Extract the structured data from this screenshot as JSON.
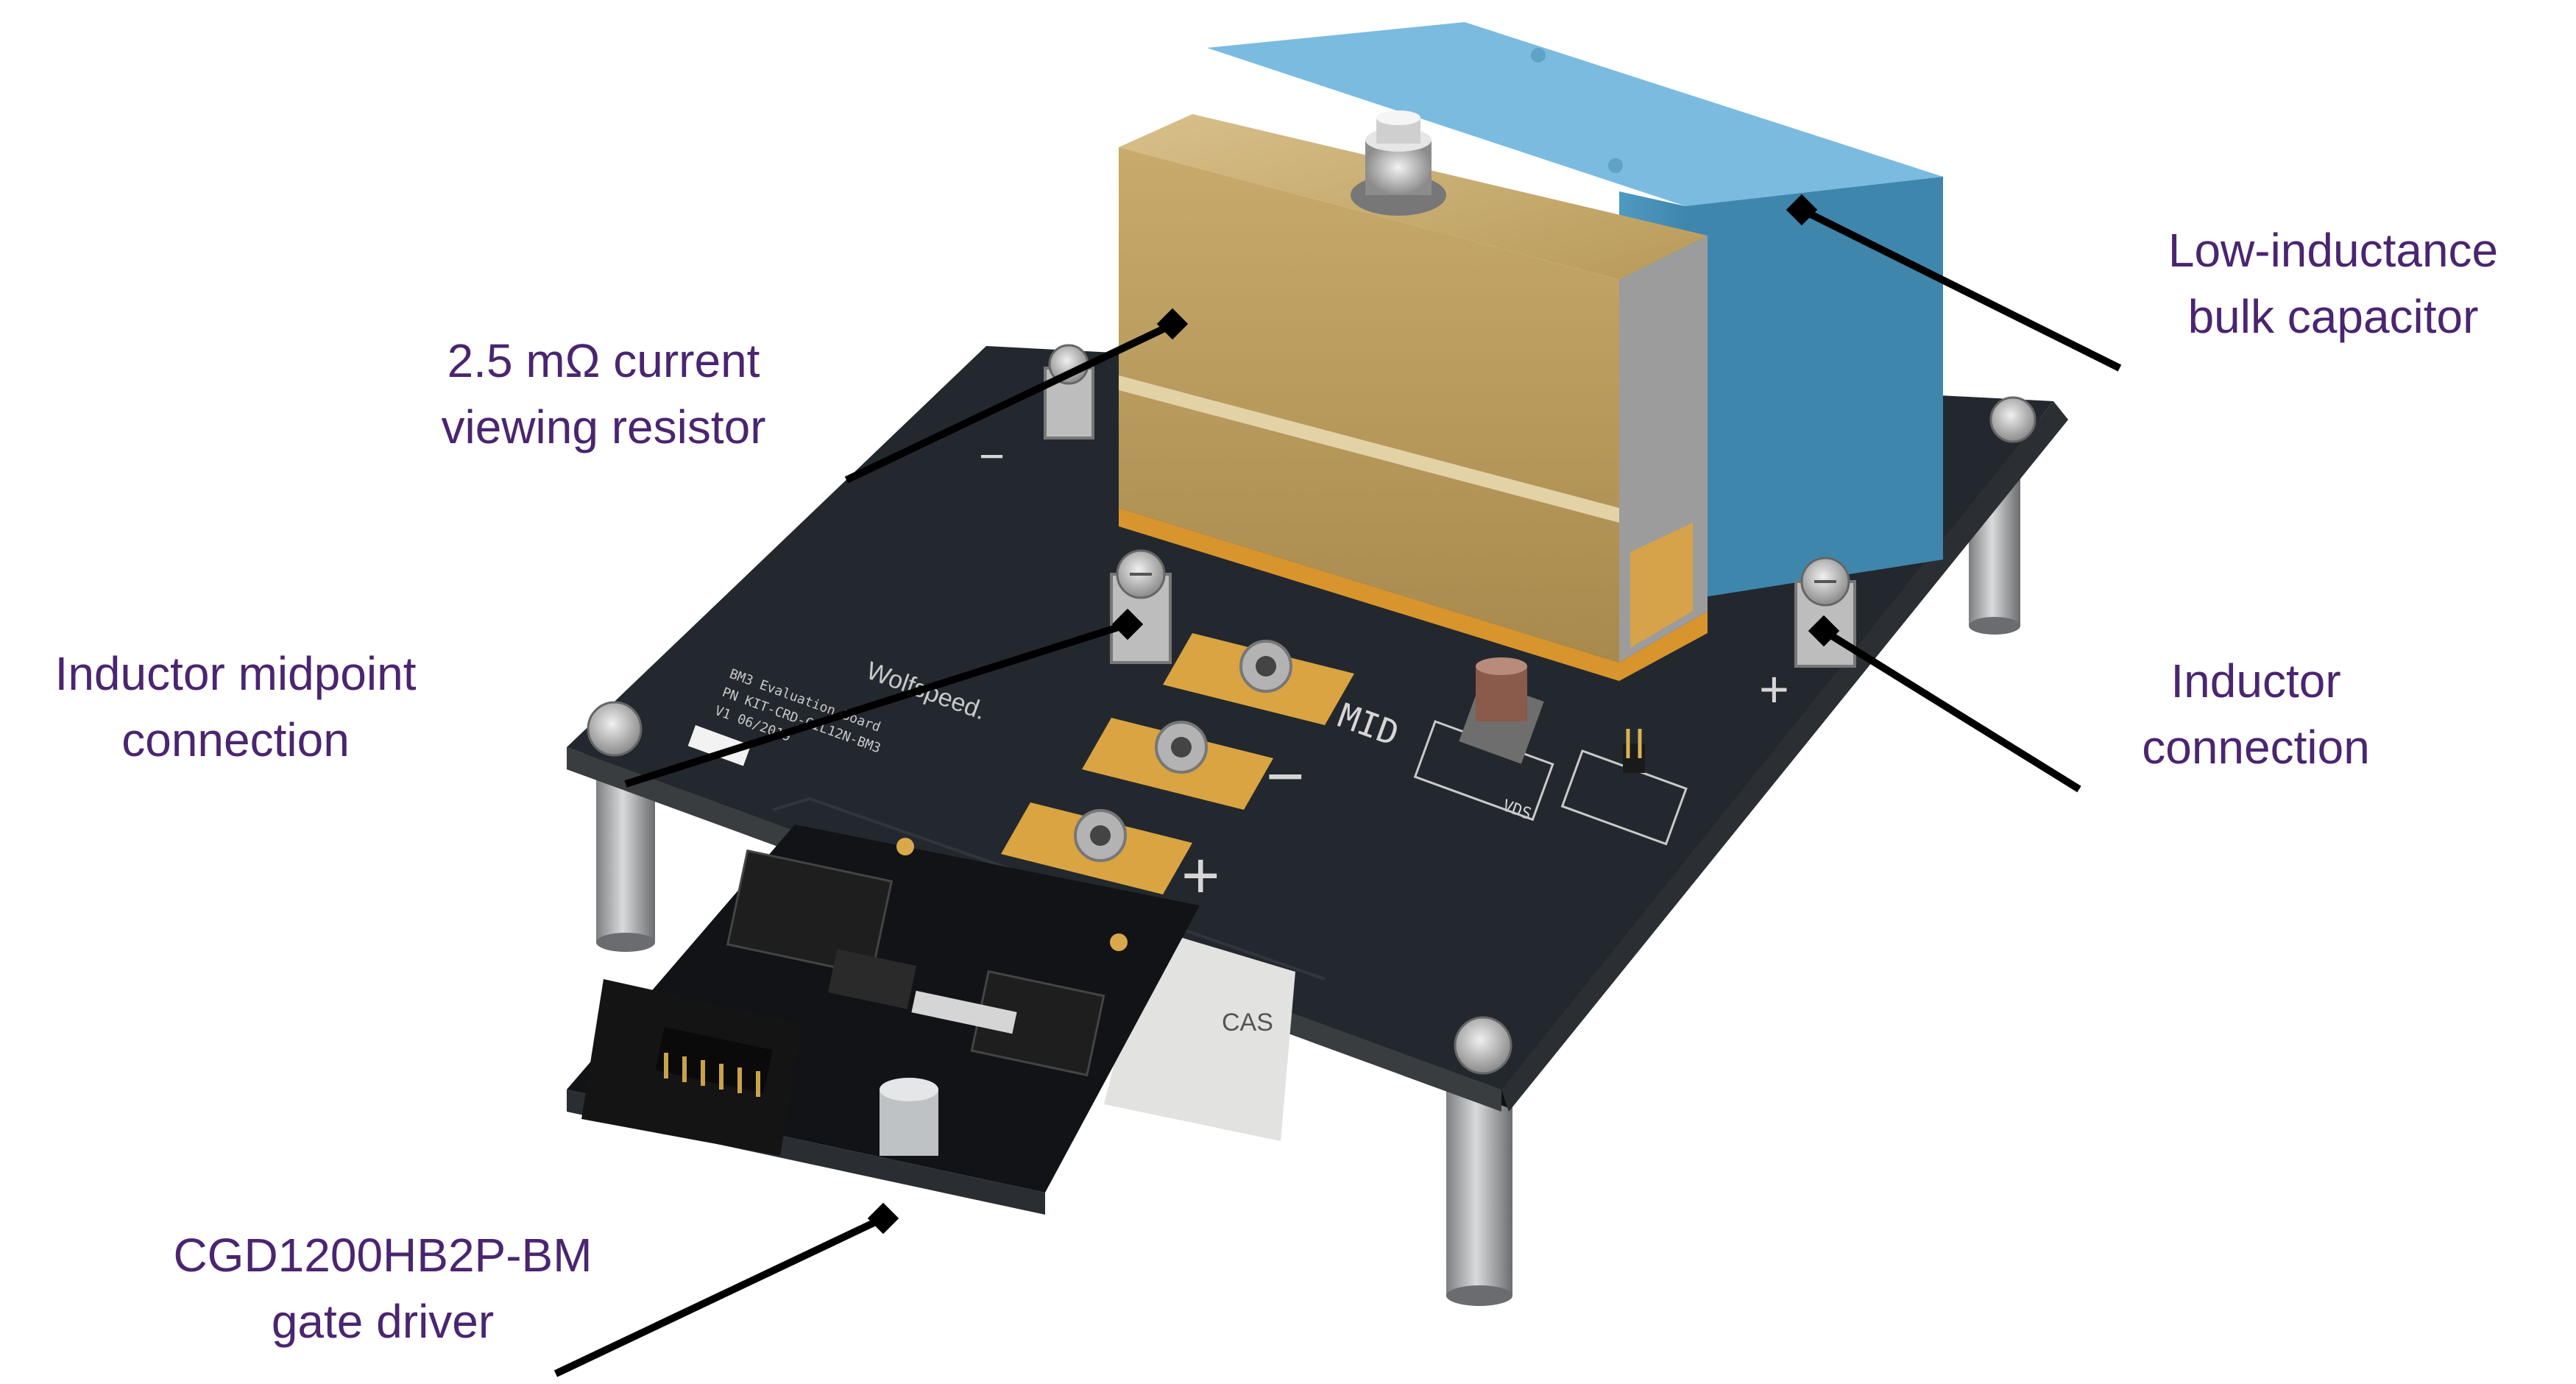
{
  "callouts": {
    "resistor": {
      "line1": "2.5 mΩ current",
      "line2": "viewing resistor"
    },
    "capacitor": {
      "line1": "Low-inductance",
      "line2": "bulk capacitor"
    },
    "inductor_midpoint": {
      "line1": "Inductor midpoint",
      "line2": "connection"
    },
    "inductor": {
      "line1": "Inductor",
      "line2": "connection"
    },
    "gate_driver": {
      "line1": "CGD1200HB2P-BM",
      "line2": "gate driver"
    }
  },
  "board_markings": {
    "mid": "MID",
    "minus": "−",
    "plus": "+",
    "vds": "VDS",
    "brand": "Wolfspeed.",
    "board_text_1": "BM3 Evaluation Board",
    "board_text_2": "PN KIT-CRD-CIL12N-BM3",
    "board_text_3": "V1 06/2019",
    "module_text": "CAS"
  },
  "colors": {
    "label_text": "#4a2570",
    "board": "#1f2328",
    "resistor": "#c2a565",
    "capacitor": "#5aa6cc",
    "pad": "#d9a441"
  }
}
